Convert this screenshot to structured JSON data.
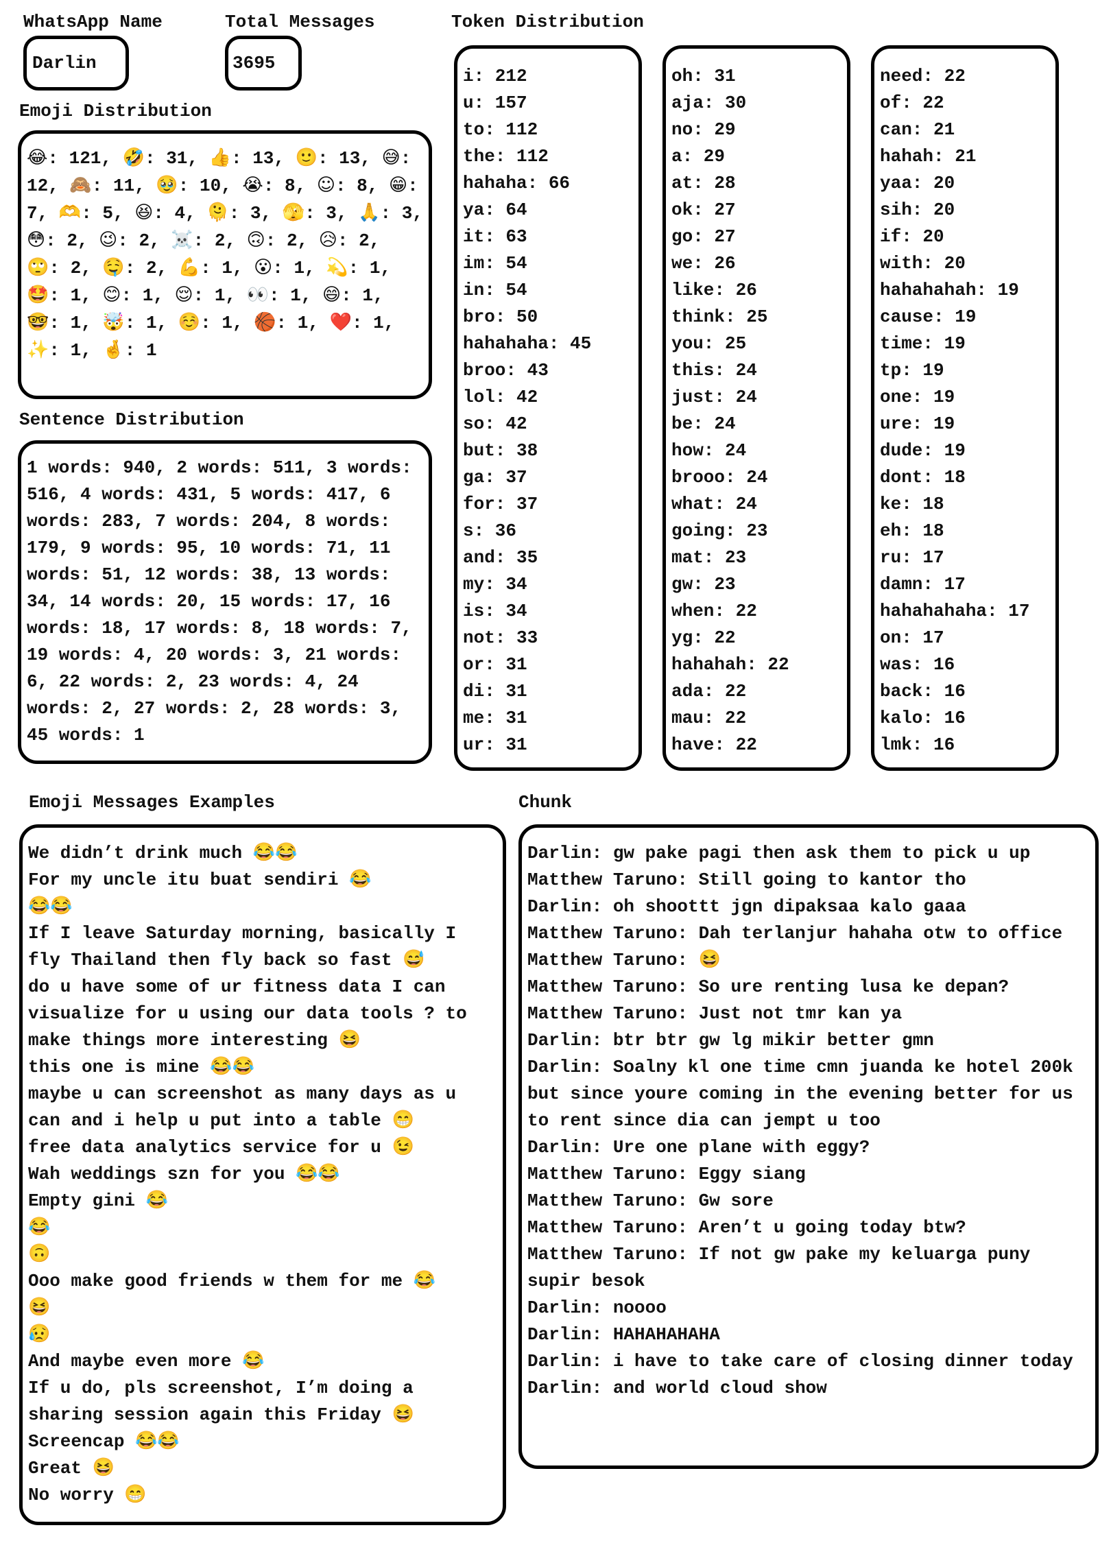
{
  "labels": {
    "whatsapp_name": "WhatsApp Name",
    "total_messages": "Total Messages",
    "token_distribution": "Token Distribution",
    "emoji_distribution": "Emoji Distribution",
    "sentence_distribution": "Sentence Distribution",
    "emoji_examples": "Emoji Messages Examples",
    "chunk": "Chunk"
  },
  "whatsapp_name": "Darlin",
  "total_messages": "3695",
  "emoji_distribution": [
    {
      "emoji": "😂",
      "count": 121
    },
    {
      "emoji": "🤣",
      "count": 31
    },
    {
      "emoji": "👍",
      "count": 13
    },
    {
      "emoji": "🙂",
      "count": 13
    },
    {
      "emoji": "😅",
      "count": 12
    },
    {
      "emoji": "🙈",
      "count": 11
    },
    {
      "emoji": "🥹",
      "count": 10
    },
    {
      "emoji": "😭",
      "count": 8
    },
    {
      "emoji": "☺",
      "count": 8
    },
    {
      "emoji": "😁",
      "count": 7
    },
    {
      "emoji": "🫶",
      "count": 5
    },
    {
      "emoji": "😆",
      "count": 4
    },
    {
      "emoji": "🫠",
      "count": 3
    },
    {
      "emoji": "🫣",
      "count": 3
    },
    {
      "emoji": "🙏",
      "count": 3
    },
    {
      "emoji": "😳",
      "count": 2
    },
    {
      "emoji": "😉",
      "count": 2
    },
    {
      "emoji": "☠️",
      "count": 2
    },
    {
      "emoji": "🙃",
      "count": 2
    },
    {
      "emoji": "😥",
      "count": 2
    },
    {
      "emoji": "🙄",
      "count": 2
    },
    {
      "emoji": "🤤",
      "count": 2
    },
    {
      "emoji": "💪",
      "count": 1
    },
    {
      "emoji": "😮",
      "count": 1
    },
    {
      "emoji": "💫",
      "count": 1
    },
    {
      "emoji": "🤩",
      "count": 1
    },
    {
      "emoji": "😊",
      "count": 1
    },
    {
      "emoji": "😌",
      "count": 1
    },
    {
      "emoji": "👀",
      "count": 1
    },
    {
      "emoji": "😄",
      "count": 1
    },
    {
      "emoji": "🤓",
      "count": 1
    },
    {
      "emoji": "🤯",
      "count": 1
    },
    {
      "emoji": "☺️",
      "count": 1
    },
    {
      "emoji": "🏀",
      "count": 1
    },
    {
      "emoji": "❤️",
      "count": 1
    },
    {
      "emoji": "✨",
      "count": 1
    },
    {
      "emoji": "🤞",
      "count": 1
    }
  ],
  "sentence_distribution_text": "1 words: 940, 2 words: 511, 3 words: 516, 4 words: 431, 5 words: 417, 6 words: 283, 7 words: 204, 8 words: 179, 9 words: 95, 10 words: 71, 11 words: 51, 12 words: 38, 13 words: 34, 14 words: 20, 15 words: 17, 16 words: 18, 17 words: 8, 18 words: 7, 19 words: 4, 20 words: 3, 21 words: 6, 22 words: 2, 23 words: 4, 24 words: 2, 27 words: 2, 28 words: 3, 45 words: 1",
  "token_columns": [
    [
      "i: 212",
      "u: 157",
      "to: 112",
      "the: 112",
      "hahaha: 66",
      "ya: 64",
      "it: 63",
      "im: 54",
      "in: 54",
      "bro: 50",
      "hahahaha: 45",
      "broo: 43",
      "lol: 42",
      "so: 42",
      "but: 38",
      "ga: 37",
      "for: 37",
      "s: 36",
      "and: 35",
      "my: 34",
      "is: 34",
      "not: 33",
      "or: 31",
      "di: 31",
      "me: 31",
      "ur: 31"
    ],
    [
      "oh: 31",
      "aja: 30",
      "no: 29",
      "a: 29",
      "at: 28",
      "ok: 27",
      "go: 27",
      "we: 26",
      "like: 26",
      "think: 25",
      "you: 25",
      "this: 24",
      "just: 24",
      "be: 24",
      "how: 24",
      "brooo: 24",
      "what: 24",
      "going: 23",
      "mat: 23",
      "gw: 23",
      "when: 22",
      "yg: 22",
      "hahahah: 22",
      "ada: 22",
      "mau: 22",
      "have: 22"
    ],
    [
      "need: 22",
      "of: 22",
      "can: 21",
      "hahah: 21",
      "yaa: 20",
      "sih: 20",
      "if: 20",
      "with: 20",
      "hahahahah: 19",
      "cause: 19",
      "time: 19",
      "tp: 19",
      "one: 19",
      "ure: 19",
      "dude: 19",
      "dont: 18",
      "ke: 18",
      "eh: 18",
      "ru: 17",
      "damn: 17",
      "hahahahaha: 17",
      "on: 17",
      "was: 16",
      "back: 16",
      "kalo: 16",
      "lmk: 16"
    ]
  ],
  "emoji_examples": [
    "We didn’t drink much 😂😂",
    "For my uncle itu buat sendiri 😂",
    "😂😂",
    "If I leave Saturday morning, basically I fly Thailand then fly back so fast 😅",
    "do u have some of ur fitness data I can visualize for u using our data tools ? to make things more interesting 😆",
    "this one is mine 😂😂",
    "maybe u can screenshot as many days as u can and i help u put into a table 😁",
    "free data analytics service for u 😉",
    "Wah weddings szn for you 😂😂",
    "Empty gini 😂",
    "😂",
    "🙃",
    "Ooo make good friends w them for me 😂",
    "😆",
    "😥",
    "And maybe even more 😂",
    "If u do, pls screenshot, I’m doing a sharing session again this Friday 😆",
    "Screencap 😂😂",
    "Great 😆",
    "No worry 😁"
  ],
  "chunk_lines": [
    "Darlin: gw pake pagi then ask them to pick u up",
    "Matthew Taruno: Still going to kantor tho",
    "Darlin: oh shoottt jgn dipaksaa kalo gaaa",
    "Matthew Taruno: Dah terlanjur hahaha otw to office",
    "Matthew Taruno: 😆",
    "Matthew Taruno: So ure renting lusa ke depan?",
    "Matthew Taruno: Just not tmr kan ya",
    "Darlin: btr btr gw lg mikir better gmn",
    "Darlin: Soalny kl one time cmn juanda ke hotel 200k but since youre coming in the evening better for us to rent since dia can jempt u too",
    "Darlin: Ure one plane with eggy?",
    "Matthew Taruno: Eggy siang",
    "Matthew Taruno: Gw sore",
    "Matthew Taruno: Aren’t u going today btw?",
    "Matthew Taruno: If not gw pake my keluarga puny supir besok",
    "Darlin: noooo",
    "Darlin: HAHAHAHAHA",
    "Darlin: i have to take care of closing dinner today",
    "Darlin: and world cloud show"
  ]
}
